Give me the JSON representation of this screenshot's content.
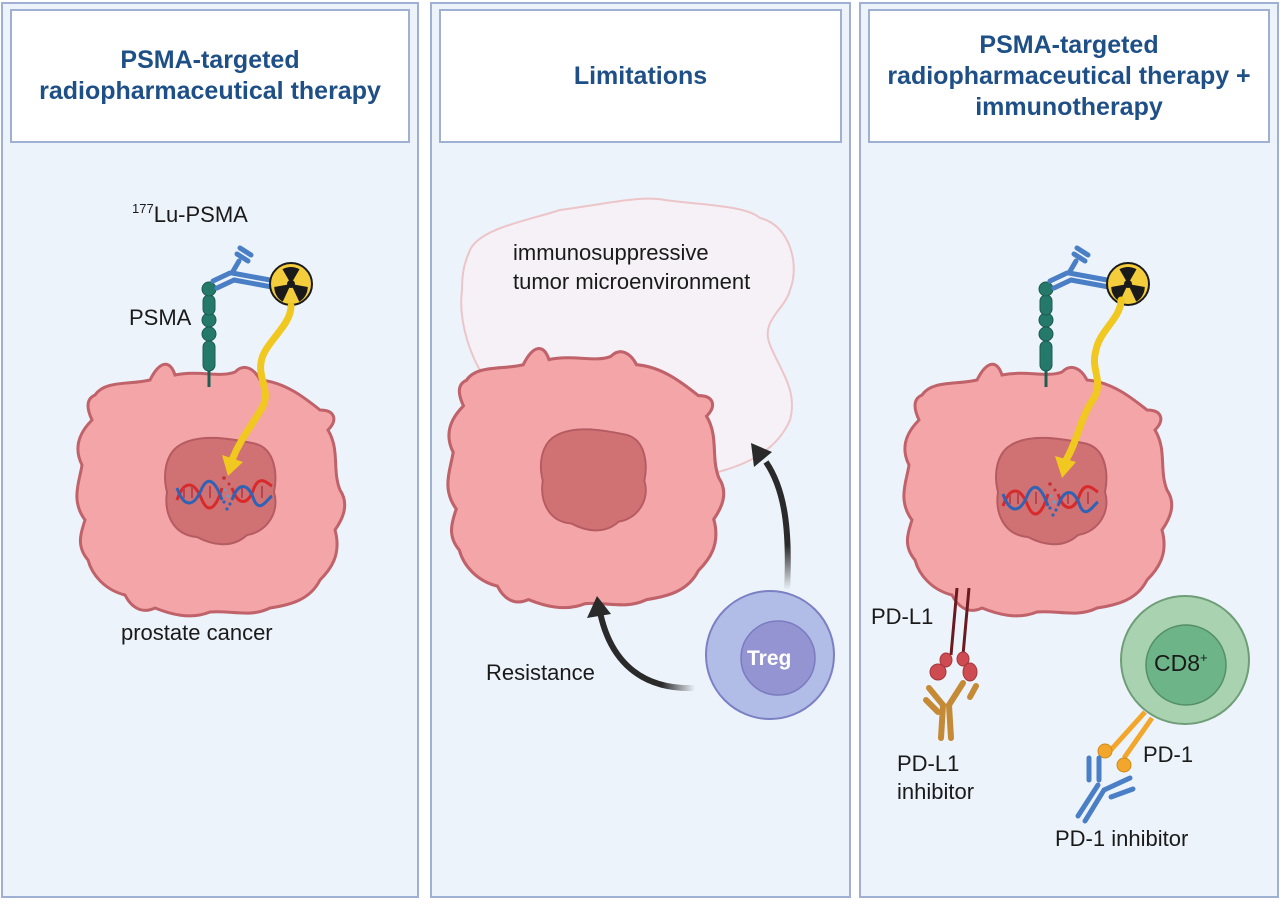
{
  "panels": [
    {
      "title": "PSMA-targeted radiopharmaceutical therapy",
      "labels": {
        "ligand_superscript": "177",
        "ligand": "Lu-PSMA",
        "receptor": "PSMA",
        "cell": "prostate cancer"
      },
      "icons": [
        "antibody-icon",
        "radioactive-icon",
        "psma-receptor-icon",
        "cancer-cell-icon",
        "dna-icon"
      ]
    },
    {
      "title": "Limitations",
      "labels": {
        "environment": "immunosuppressive tumor microenvironment",
        "environment_line1": "immunosuppressive",
        "environment_line2": "tumor microenvironment",
        "treg": "Treg",
        "resistance": "Resistance"
      },
      "icons": [
        "cancer-cell-icon",
        "treg-cell-icon",
        "arrow-icon"
      ]
    },
    {
      "title": "PSMA-targeted radiopharmaceutical therapy + immunotherapy",
      "labels": {
        "pdl1": "PD-L1",
        "pdl1_inhibitor_line1": "PD-L1",
        "pdl1_inhibitor_line2": "inhibitor",
        "cd8": "CD8",
        "cd8_superscript": "+",
        "pd1": "PD-1",
        "pd1_inhibitor": "PD-1 inhibitor"
      },
      "icons": [
        "antibody-icon",
        "radioactive-icon",
        "psma-receptor-icon",
        "cancer-cell-icon",
        "dna-icon",
        "cd8-t-cell-icon",
        "pd1-receptor-icon",
        "pdl1-receptor-icon"
      ]
    }
  ],
  "colors": {
    "title": "#1e4f86",
    "panel_bg": "#edf3fb",
    "panel_border": "#9fb0d4",
    "cell_fill": "#f4a5a8",
    "cell_stroke": "#c0626a",
    "nucleus_fill": "#d07174",
    "psma": "#24796b",
    "antibody": "#4a7fc6",
    "radiation": "#f1c81f",
    "treg_outer": "#b1bde6",
    "treg_inner": "#9494d2",
    "cd8_outer": "#a9d3b0",
    "cd8_inner": "#6db588",
    "pd1": "#f2a72c",
    "pdl1": "#cf4b52",
    "pdl1_inhibitor": "#c48a35"
  }
}
